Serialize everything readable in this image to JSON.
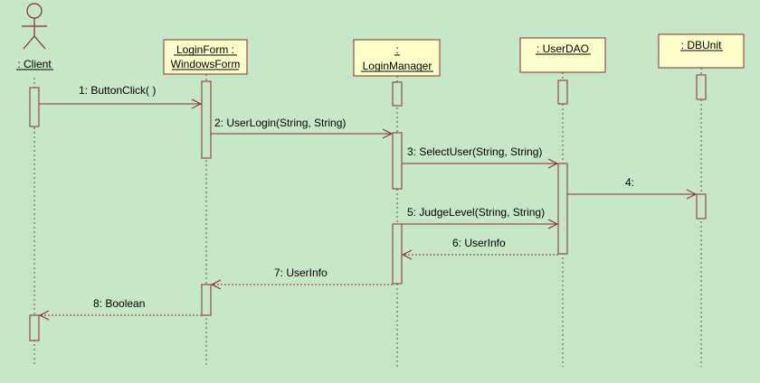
{
  "participants": [
    {
      "id": "client",
      "kind": "actor",
      "lines": [
        ": Client"
      ]
    },
    {
      "id": "loginform",
      "kind": "object",
      "lines": [
        "LoginForm :",
        "WindowsForm"
      ]
    },
    {
      "id": "loginmanager",
      "kind": "object",
      "lines": [
        ":",
        "LoginManager"
      ]
    },
    {
      "id": "userdao",
      "kind": "object",
      "lines": [
        ": UserDAO"
      ]
    },
    {
      "id": "dbunit",
      "kind": "object",
      "lines": [
        ": DBUnit"
      ]
    }
  ],
  "messages": [
    {
      "n": 1,
      "label": "1: ButtonClick( )",
      "from": "client",
      "to": "loginform",
      "type": "call"
    },
    {
      "n": 2,
      "label": "2: UserLogin(String, String)",
      "from": "loginform",
      "to": "loginmanager",
      "type": "call"
    },
    {
      "n": 3,
      "label": "3: SelectUser(String, String)",
      "from": "loginmanager",
      "to": "userdao",
      "type": "call"
    },
    {
      "n": 4,
      "label": "4:",
      "from": "userdao",
      "to": "dbunit",
      "type": "call"
    },
    {
      "n": 5,
      "label": "5: JudgeLevel(String, String)",
      "from": "loginmanager",
      "to": "userdao",
      "type": "call"
    },
    {
      "n": 6,
      "label": "6: UserInfo",
      "from": "userdao",
      "to": "loginmanager",
      "type": "return"
    },
    {
      "n": 7,
      "label": "7: UserInfo",
      "from": "loginmanager",
      "to": "loginform",
      "type": "return"
    },
    {
      "n": 8,
      "label": "8: Boolean",
      "from": "loginform",
      "to": "client",
      "type": "return"
    }
  ]
}
